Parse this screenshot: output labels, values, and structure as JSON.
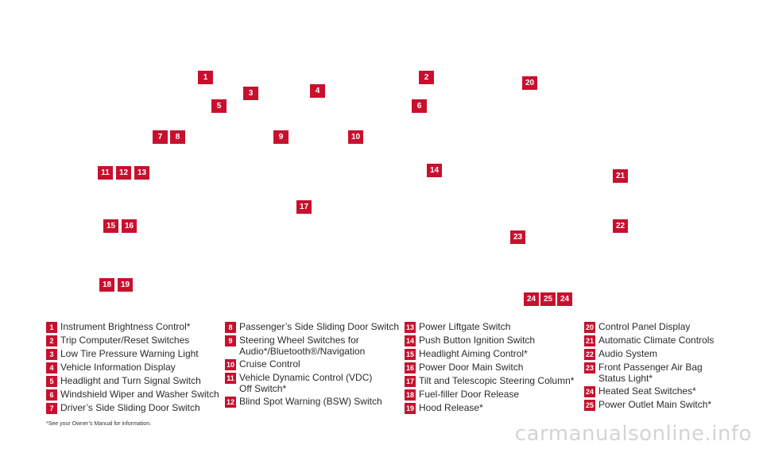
{
  "callouts": [
    "1",
    "2",
    "3",
    "4",
    "5",
    "6",
    "7",
    "8",
    "9",
    "10",
    "11",
    "12",
    "13",
    "14",
    "15",
    "16",
    "17",
    "18",
    "19",
    "20",
    "21",
    "22",
    "23",
    "24",
    "25",
    "24"
  ],
  "legend": {
    "col1": [
      {
        "num": "1",
        "text": "Instrument Brightness Control*"
      },
      {
        "num": "2",
        "text": "Trip Computer/Reset Switches"
      },
      {
        "num": "3",
        "text": "Low Tire Pressure Warning Light"
      },
      {
        "num": "4",
        "text": "Vehicle Information Display"
      },
      {
        "num": "5",
        "text": "Headlight and Turn Signal Switch"
      },
      {
        "num": "6",
        "text": "Windshield Wiper and Washer Switch"
      },
      {
        "num": "7",
        "text": "Driver’s Side Sliding Door Switch"
      }
    ],
    "col2": [
      {
        "num": "8",
        "text": "Passenger’s Side Sliding Door Switch"
      },
      {
        "num": "9",
        "text": "Steering Wheel Switches for\nAudio*/Bluetooth®/Navigation"
      },
      {
        "num": "10",
        "text": "Cruise Control"
      },
      {
        "num": "11",
        "text": "Vehicle Dynamic Control (VDC)\nOff Switch*"
      },
      {
        "num": "12",
        "text": "Blind Spot Warning (BSW) Switch"
      }
    ],
    "col3": [
      {
        "num": "13",
        "text": "Power Liftgate Switch"
      },
      {
        "num": "14",
        "text": "Push Button Ignition Switch"
      },
      {
        "num": "15",
        "text": "Headlight Aiming Control*"
      },
      {
        "num": "16",
        "text": "Power Door Main Switch"
      },
      {
        "num": "17",
        "text": "Tilt and Telescopic Steering Column*"
      },
      {
        "num": "18",
        "text": "Fuel-filler Door Release"
      },
      {
        "num": "19",
        "text": "Hood Release*"
      }
    ],
    "col4": [
      {
        "num": "20",
        "text": "Control Panel Display"
      },
      {
        "num": "21",
        "text": "Automatic Climate Controls"
      },
      {
        "num": "22",
        "text": "Audio System"
      },
      {
        "num": "23",
        "text": "Front Passenger Air Bag\nStatus Light*"
      },
      {
        "num": "24",
        "text": "Heated Seat Switches*"
      },
      {
        "num": "25",
        "text": "Power Outlet Main Switch*"
      }
    ]
  },
  "footnote": "*See your Owner’s Manual for information.",
  "watermark": "carmanualsonline.info",
  "colors": {
    "accent": "#c8102e",
    "text": "#2b2b2b",
    "watermark": "#d4d4d4"
  }
}
